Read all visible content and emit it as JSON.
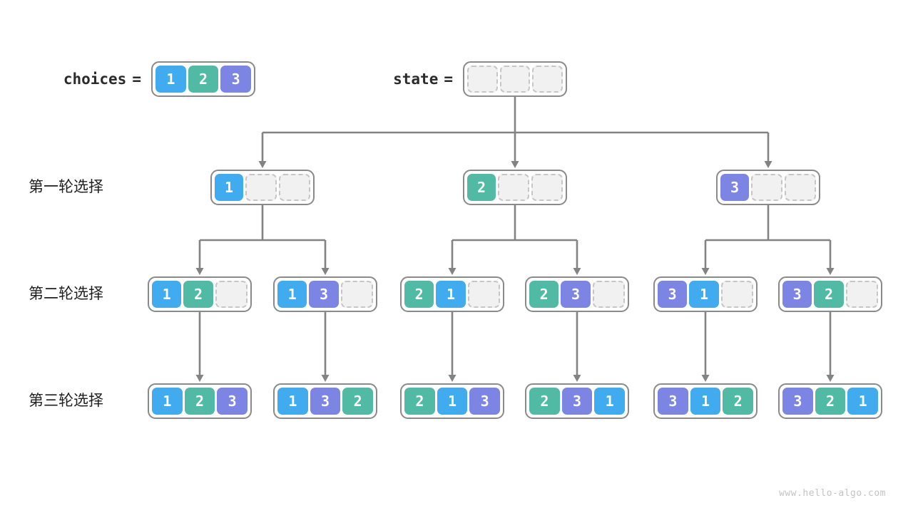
{
  "header": {
    "choices_label": "choices",
    "choices_eq": "=",
    "choices_cells": [
      1,
      2,
      3
    ],
    "state_label": "state",
    "state_eq": "=",
    "state_cells": [
      null,
      null,
      null
    ]
  },
  "rows": [
    {
      "label": "第一轮选择",
      "nodes": [
        [
          1,
          null,
          null
        ],
        [
          2,
          null,
          null
        ],
        [
          3,
          null,
          null
        ]
      ]
    },
    {
      "label": "第二轮选择",
      "nodes": [
        [
          1,
          2,
          null
        ],
        [
          1,
          3,
          null
        ],
        [
          2,
          1,
          null
        ],
        [
          2,
          3,
          null
        ],
        [
          3,
          1,
          null
        ],
        [
          3,
          2,
          null
        ]
      ]
    },
    {
      "label": "第三轮选择",
      "nodes": [
        [
          1,
          2,
          3
        ],
        [
          1,
          3,
          2
        ],
        [
          2,
          1,
          3
        ],
        [
          2,
          3,
          1
        ],
        [
          3,
          1,
          2
        ],
        [
          3,
          2,
          1
        ]
      ]
    }
  ],
  "colors": {
    "1": "#40ABEE",
    "2": "#51BAA4",
    "3": "#7C84E4",
    "connector": "#838383",
    "node_border": "#8A8A8A",
    "empty_cell_bg": "#F1F1F1",
    "empty_cell_border": "#C6C6C6"
  },
  "watermark": "www.hello-algo.com"
}
